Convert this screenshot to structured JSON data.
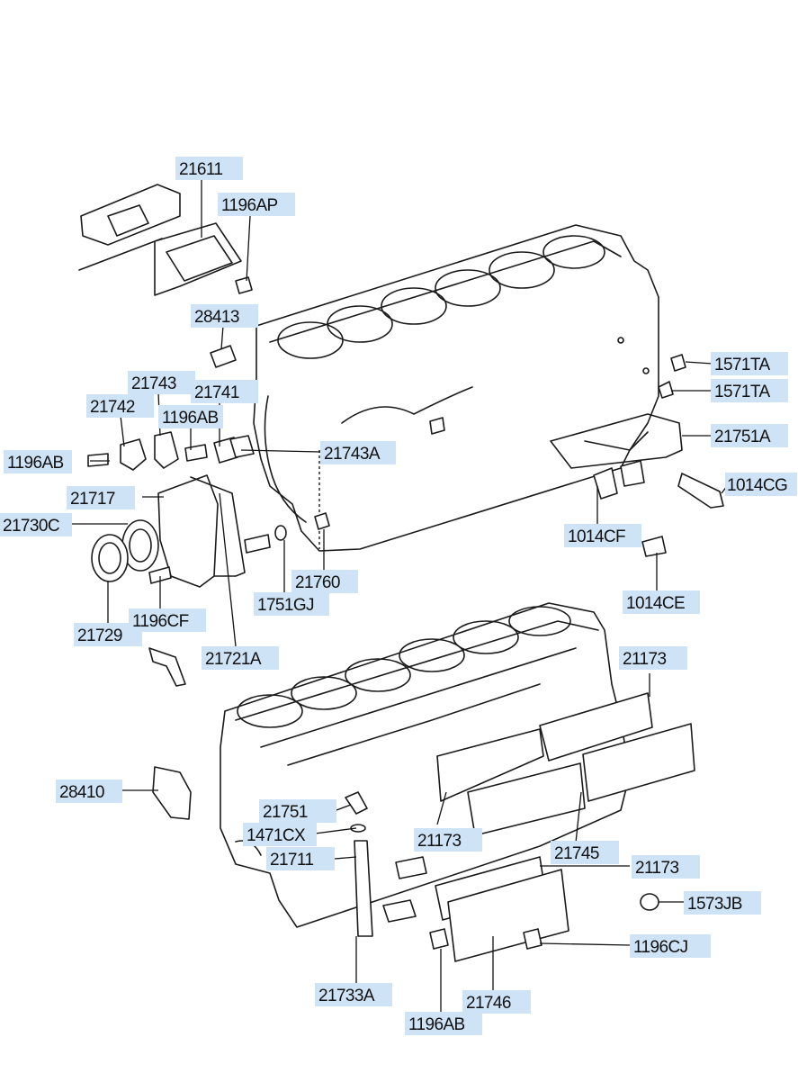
{
  "labels": [
    {
      "id": "l1",
      "text": "21611"
    },
    {
      "id": "l2",
      "text": "1196AP"
    },
    {
      "id": "l3",
      "text": "28413"
    },
    {
      "id": "l4",
      "text": "21743"
    },
    {
      "id": "l5",
      "text": "21741"
    },
    {
      "id": "l6",
      "text": "21742"
    },
    {
      "id": "l7",
      "text": "1196AB"
    },
    {
      "id": "l8",
      "text": "1196AB"
    },
    {
      "id": "l9",
      "text": "21743A"
    },
    {
      "id": "l10",
      "text": "21717"
    },
    {
      "id": "l11",
      "text": "21730C"
    },
    {
      "id": "l12",
      "text": "21729"
    },
    {
      "id": "l13",
      "text": "1196CF"
    },
    {
      "id": "l14",
      "text": "21721A"
    },
    {
      "id": "l15",
      "text": "1751GJ"
    },
    {
      "id": "l16",
      "text": "21760"
    },
    {
      "id": "l17",
      "text": "1571TA"
    },
    {
      "id": "l18",
      "text": "1571TA"
    },
    {
      "id": "l19",
      "text": "21751A"
    },
    {
      "id": "l20",
      "text": "1014CG"
    },
    {
      "id": "l21",
      "text": "1014CF"
    },
    {
      "id": "l22",
      "text": "1014CE"
    },
    {
      "id": "l23",
      "text": "21173"
    },
    {
      "id": "l24",
      "text": "28410"
    },
    {
      "id": "l25",
      "text": "21751"
    },
    {
      "id": "l26",
      "text": "1471CX"
    },
    {
      "id": "l27",
      "text": "21711"
    },
    {
      "id": "l28",
      "text": "21173"
    },
    {
      "id": "l29",
      "text": "21745"
    },
    {
      "id": "l30",
      "text": "21173"
    },
    {
      "id": "l31",
      "text": "1573JB"
    },
    {
      "id": "l32",
      "text": "1196CJ"
    },
    {
      "id": "l33",
      "text": "21733A"
    },
    {
      "id": "l34",
      "text": "21746"
    },
    {
      "id": "l35",
      "text": "1196AB"
    }
  ],
  "colors": {
    "label_background": "#cfe3f6",
    "line": "#1a1a1a"
  }
}
